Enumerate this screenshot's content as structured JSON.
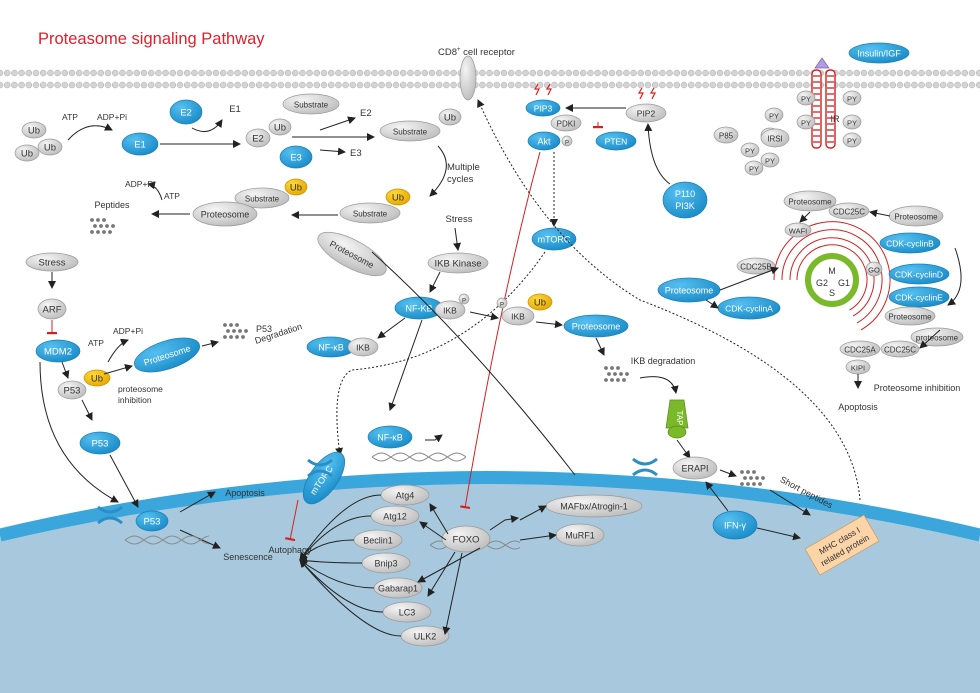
{
  "title": "Proteasome signaling Pathway",
  "receptor": {
    "cd8_label": "CD8",
    "cd8_sup": "+",
    "cd8_suffix": " cell receptor",
    "insulin": "Insulin/IGF",
    "ir": "IR",
    "irs": "IRSI",
    "p85": "P85",
    "py": "PY"
  },
  "pi3k": {
    "pip3": "PIP3",
    "pdk": "PDKI",
    "akt": "Akt",
    "p": "P",
    "pten": "PTEN",
    "pip2": "PIP2",
    "p110": "P110",
    "pi3k": "PI3K",
    "mtorc": "mTORC"
  },
  "ubiq": {
    "ub": "Ub",
    "atp": "ATP",
    "adp": "ADP+Pi",
    "e1": "E1",
    "e2": "E2",
    "e3": "E3",
    "substrate": "Substrate",
    "multiple": "Multiple",
    "cycles": "cycles",
    "proteosome": "Proteosome",
    "peptides": "Peptides"
  },
  "nfkb": {
    "stress": "Stress",
    "ikb_kinase": "IKB Kinase",
    "nfkb": "NF-KB",
    "ikb": "IKB",
    "p": "P",
    "nfkb2": "NF-κB",
    "ikb_deg": "IKB degradation"
  },
  "p53": {
    "stress": "Stress",
    "arf": "ARF",
    "mdm2": "MDM2",
    "p53": "P53",
    "inhib1": "proteosome",
    "inhib2": "inhibition",
    "deg1": "P53",
    "deg2": "Degradation"
  },
  "nucleus": {
    "apoptosis": "Apoptosis",
    "senescence": "Senescence",
    "autophagy": "Autophagy",
    "foxo": "FOXO",
    "mafbx": "MAFbx/Atrogin-1",
    "murf": "MuRF1",
    "atg4": "Atg4",
    "atg12": "Atg12",
    "beclin": "Beclin1",
    "bnip3": "Bnip3",
    "gabarap": "Gabarap1",
    "lc3": "LC3",
    "ulk2": "ULK2",
    "mtorc": "mTORC",
    "nfkb": "NF-κB",
    "p53": "P53"
  },
  "antigen": {
    "tap": "TAP",
    "erap": "ERAPI",
    "short": "Short peptides",
    "ifn": "IFN-γ",
    "mhc1": "MHC class I",
    "mhc2": "related protein"
  },
  "cycle": {
    "proteosome": "Proteosome",
    "proteosome_lc": "proteosome",
    "waf": "WAFI",
    "cdc25c": "CDC25C",
    "cdc25b": "CDC25B",
    "cdc25a": "CDC25A",
    "kip": "KIPI",
    "cycb": "CDK-cyclinB",
    "cycd": "CDK-cyclinD",
    "cyce": "CDK-cyclinE",
    "cyca": "CDK-cyclinA",
    "m": "M",
    "g2": "G2",
    "g1": "G1",
    "s": "S",
    "go": "GO",
    "inhib": "Proteosome inhibition",
    "apoptosis": "Apoptosis"
  },
  "colors": {
    "blue": "#2a9fd8",
    "gray": "#d9d9d9",
    "yellow": "#f2c000",
    "green": "#7ab929",
    "red": "#d42020",
    "nucleus": "#9ec3d9",
    "membrane": "#4fb0e0",
    "title": "#e0202a"
  }
}
